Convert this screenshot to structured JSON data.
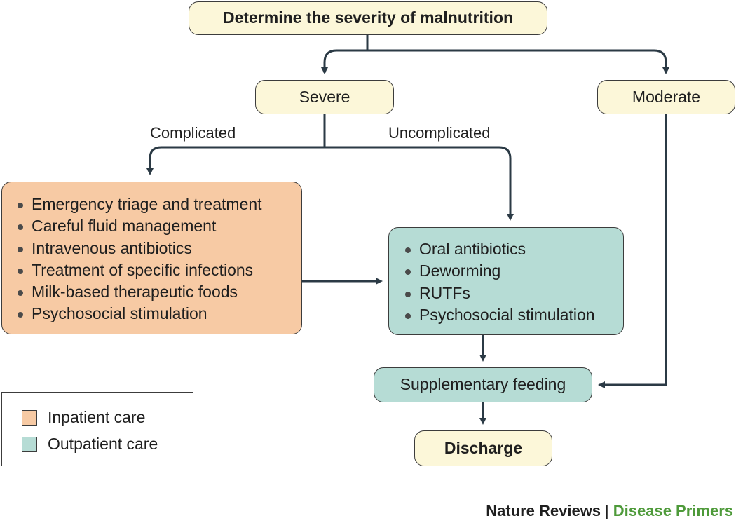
{
  "title_node": "Determine the severity of malnutrition",
  "nodes": {
    "severe": "Severe",
    "moderate": "Moderate",
    "supplementary": "Supplementary feeding",
    "discharge": "Discharge"
  },
  "branch_labels": {
    "complicated": "Complicated",
    "uncomplicated": "Uncomplicated"
  },
  "inpatient_items": [
    "Emergency triage and treatment",
    "Careful fluid management",
    "Intravenous antibiotics",
    "Treatment of specific infections",
    "Milk-based therapeutic foods",
    "Psychosocial stimulation"
  ],
  "outpatient_items": [
    "Oral antibiotics",
    "Deworming",
    "RUTFs",
    "Psychosocial stimulation"
  ],
  "legend": {
    "inpatient": "Inpatient care",
    "outpatient": "Outpatient care"
  },
  "colors": {
    "start_end_fill": "#fcf7d9",
    "inpatient_fill": "#f7caa4",
    "outpatient_fill": "#b6dcd5",
    "connector": "#2b3a45",
    "credit_series": "#4e9a3a"
  },
  "credit": {
    "publisher": "Nature Reviews",
    "separator": "|",
    "series": "Disease Primers"
  }
}
